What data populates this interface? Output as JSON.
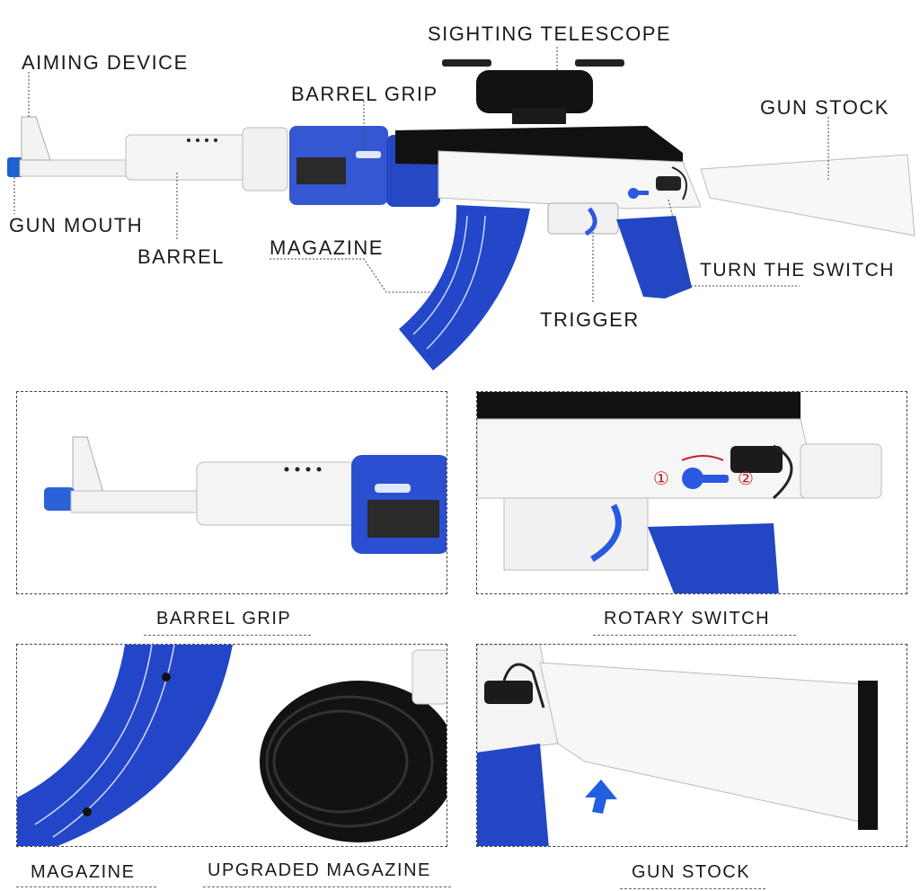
{
  "main_labels": {
    "sighting_telescope": "SIGHTING TELESCOPE",
    "aiming_device": "AIMING DEVICE",
    "barrel_grip": "BARREL GRIP",
    "gun_stock": "GUN STOCK",
    "gun_mouth": "GUN MOUTH",
    "barrel": "BARREL",
    "magazine": "MAGAZINE",
    "turn_the_switch": "TURN THE SWITCH",
    "trigger": "TRIGGER"
  },
  "panel_labels": {
    "barrel_grip": "BARREL GRIP",
    "rotary_switch": "ROTARY SWITCH",
    "magazine": "MAGAZINE",
    "upgraded_magazine": "UPGRADED MAGAZINE",
    "gun_stock": "GUN STOCK"
  },
  "switch_markers": {
    "one": "①",
    "two": "②"
  },
  "colors": {
    "blue": "#1f3fb8",
    "white": "#f4f4f4",
    "black": "#111111"
  }
}
